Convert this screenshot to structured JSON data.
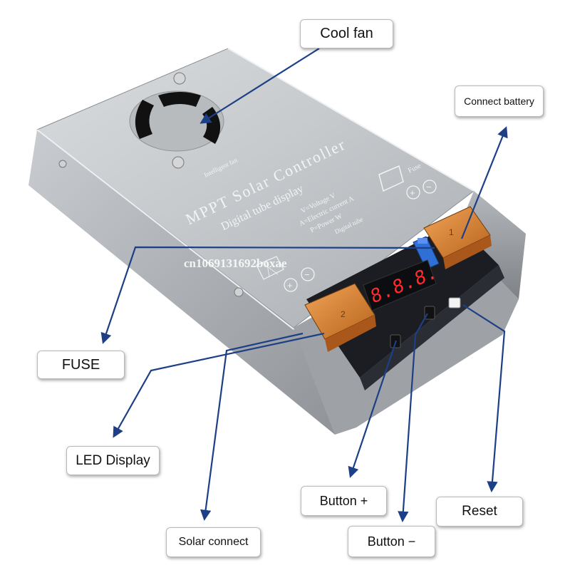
{
  "callouts": {
    "cool_fan": "Cool fan",
    "connect_battery": "Connect battery",
    "fuse": "FUSE",
    "led_display": "LED Display",
    "button_plus": "Button +",
    "reset": "Reset",
    "solar_connect": "Solar connect",
    "button_minus": "Button −"
  },
  "device": {
    "brand_small": "Intelligent fan",
    "title": "MPPT Solar Controller",
    "subtitle": "Digital tube display",
    "legend_v": "V=Voltage V",
    "legend_a": "A=Electric current A",
    "legend_p": "P=Power W",
    "legend_tube": "Digital tube",
    "fuse_text": "Fuse",
    "fuse_left_number": "2",
    "fuse_right_number": "1",
    "display_reading": "8.8.8."
  },
  "watermark": "cn1069131692boxae",
  "colors": {
    "arrow": "#1d3f86",
    "fuse_amber": "#d8832e",
    "blue_fuse": "#2f6fd6",
    "led_red": "#ff2a2a",
    "pcb": "#1b1d22"
  }
}
